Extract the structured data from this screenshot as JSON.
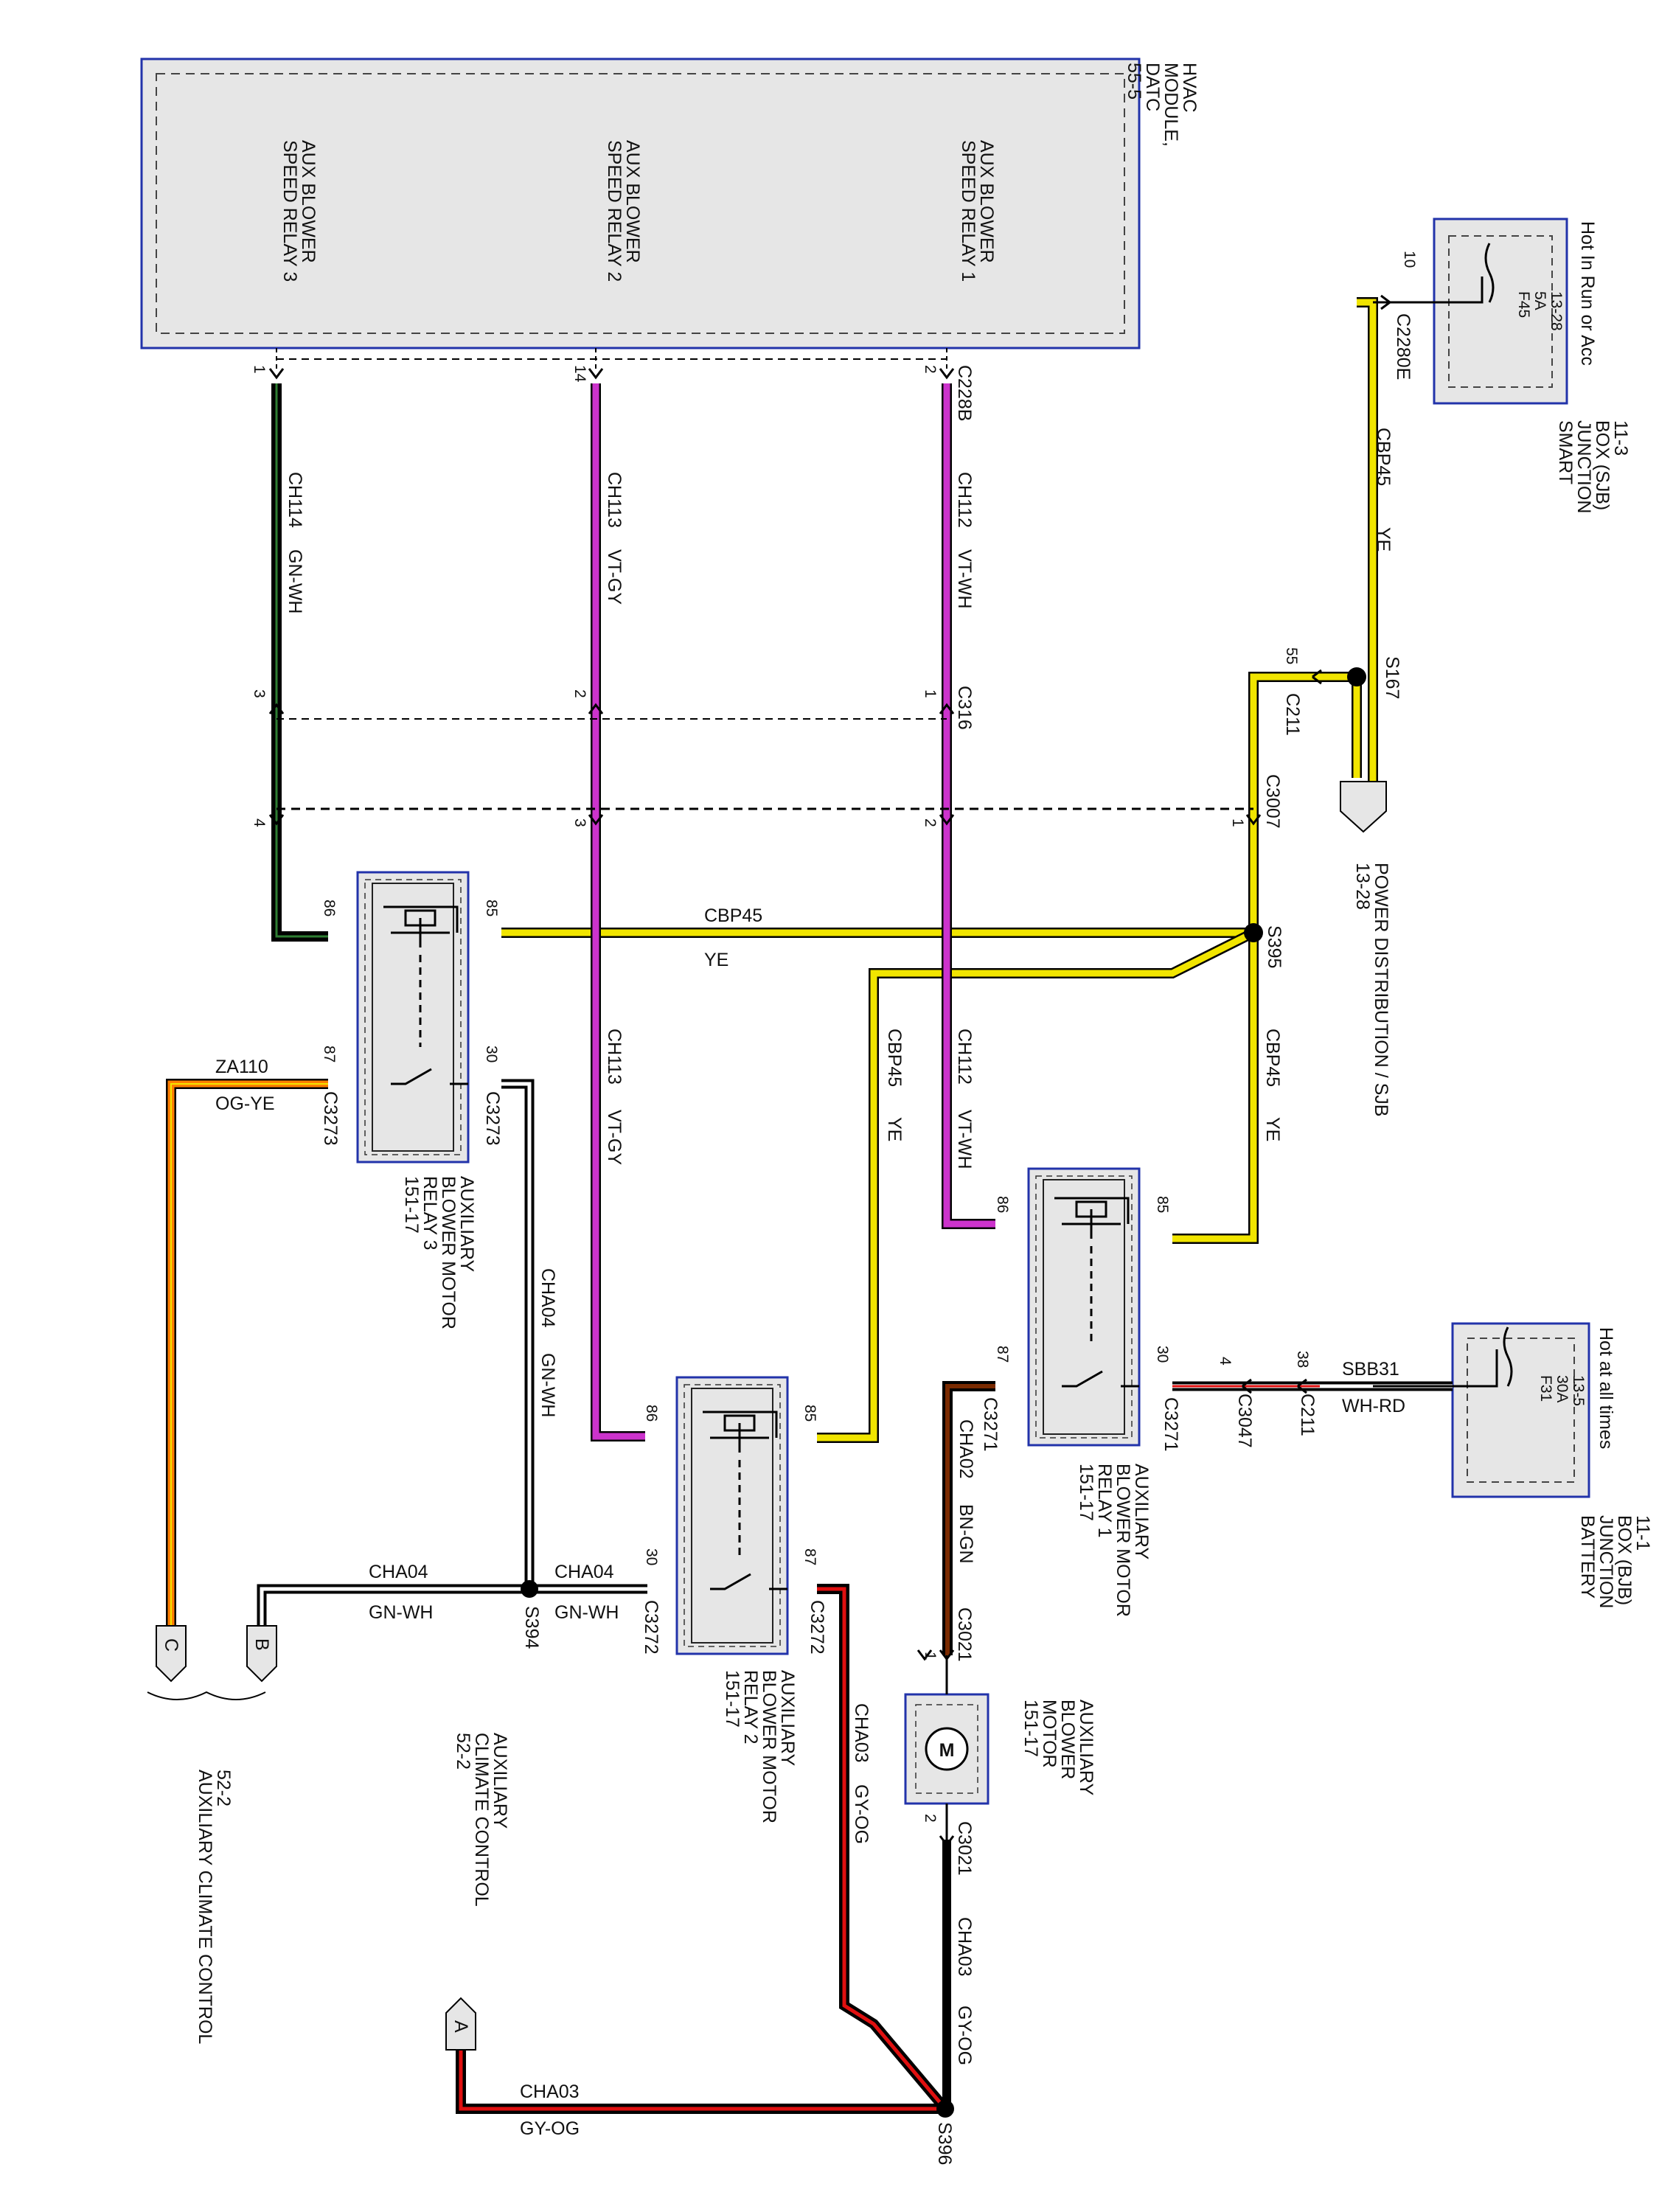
{
  "labels": {
    "hvac_module": [
      "HVAC",
      "MODULE,",
      "DATC",
      "55-5"
    ],
    "aux1": [
      "AUX BLOWER",
      "SPEED RELAY 1"
    ],
    "aux2": [
      "AUX BLOWER",
      "SPEED RELAY 2"
    ],
    "aux3": [
      "AUX BLOWER",
      "SPEED RELAY 3"
    ],
    "hot_run": "Hot In Run or Acc",
    "hot_all": "Hot at all times",
    "sjb": [
      "SMART",
      "JUNCTION",
      "BOX (SJB)",
      "11-3"
    ],
    "bjb": [
      "BATTERY",
      "JUNCTION",
      "BOX (BJB)",
      "11-1"
    ],
    "f45": [
      "F45",
      "5A",
      "13-28"
    ],
    "f31": [
      "F31",
      "30A",
      "13-5"
    ],
    "pwr_dist": [
      "POWER DISTRIBUTION / SJB",
      "13-28"
    ],
    "relay1": [
      "AUXILIARY",
      "BLOWER MOTOR",
      "RELAY 1",
      "151-17"
    ],
    "relay2": [
      "AUXILIARY",
      "BLOWER MOTOR",
      "RELAY 2",
      "151-17"
    ],
    "relay3": [
      "AUXILIARY",
      "BLOWER MOTOR",
      "RELAY 3",
      "151-17"
    ],
    "motor": [
      "AUXILIARY",
      "BLOWER",
      "MOTOR",
      "151-17"
    ],
    "acc_a": [
      "AUXILIARY",
      "CLIMATE CONTROL",
      "52-2"
    ],
    "acc_bc": "AUXILIARY CLIMATE CONTROL",
    "acc_bc_page": "52-2",
    "term_a": "A",
    "term_b": "B",
    "term_c": "C"
  },
  "connectors": {
    "c2280e": "C2280E",
    "c228b": "C228B",
    "c316": "C316",
    "c3007": "C3007",
    "c211": "C211",
    "c3047": "C3047",
    "c3271": "C3271",
    "c3272": "C3272",
    "c3273": "C3273",
    "c3021": "C3021"
  },
  "splices": {
    "s167": "S167",
    "s395": "S395",
    "s394": "S394",
    "s396": "S396"
  },
  "circuits": {
    "cbp45": "CBP45",
    "ye": "YE",
    "ch112": "CH112",
    "vt_wh": "VT-WH",
    "ch113": "CH113",
    "vt_gy": "VT-GY",
    "ch114": "CH114",
    "gn_wh": "GN-WH",
    "cha04": "CHA04",
    "cha02": "CHA02",
    "bn_gn": "BN-GN",
    "cha03": "CHA03",
    "gy_og": "GY-OG",
    "za110": "ZA110",
    "og_ye": "OG-YE",
    "sbb31": "SBB31",
    "wh_rd": "WH-RD"
  },
  "pins": {
    "p1": "1",
    "p2": "2",
    "p3": "3",
    "p4": "4",
    "p10": "10",
    "p14": "14",
    "p30": "30",
    "p38": "38",
    "p55": "55",
    "p85": "85",
    "p86": "86",
    "p87": "87"
  },
  "colors": {
    "yellow": "#f1e500",
    "violet": "#cc33cc",
    "black": "#111111",
    "green_stripe": "#2e7d32",
    "orange": "#ff7f00",
    "red": "#e01010",
    "brown": "#7a2a00",
    "blue_frame": "#2233aa",
    "gray_fill": "#e6e6e6"
  }
}
